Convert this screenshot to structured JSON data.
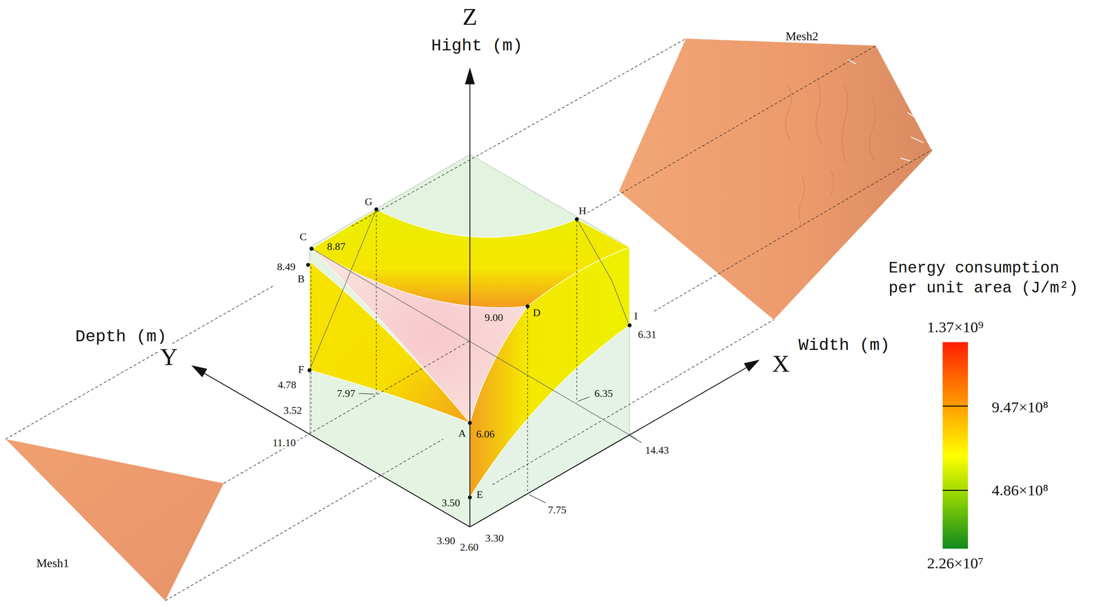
{
  "diagram": {
    "labels": [
      "Z",
      "Hight (m)",
      "Depth (m)",
      "Y",
      "X",
      "Width (m)",
      "Mesh1",
      "Mesh2",
      "Energy consumption per unit area (J/m²)",
      "1.37×10⁹",
      "9.47×10⁸",
      "4.86×10⁸",
      "2.26×10⁷",
      "G",
      "H",
      "C",
      "8.87",
      "8.49",
      "B",
      "9.00",
      "D",
      "I",
      "6.31",
      "F",
      "4.78",
      "7.97",
      "6.35",
      "3.52",
      "A",
      "6.06",
      "11.10",
      "14.43",
      "3.50",
      "E",
      "7.75",
      "3.90",
      "2.60",
      "3.30"
    ]
  }
}
